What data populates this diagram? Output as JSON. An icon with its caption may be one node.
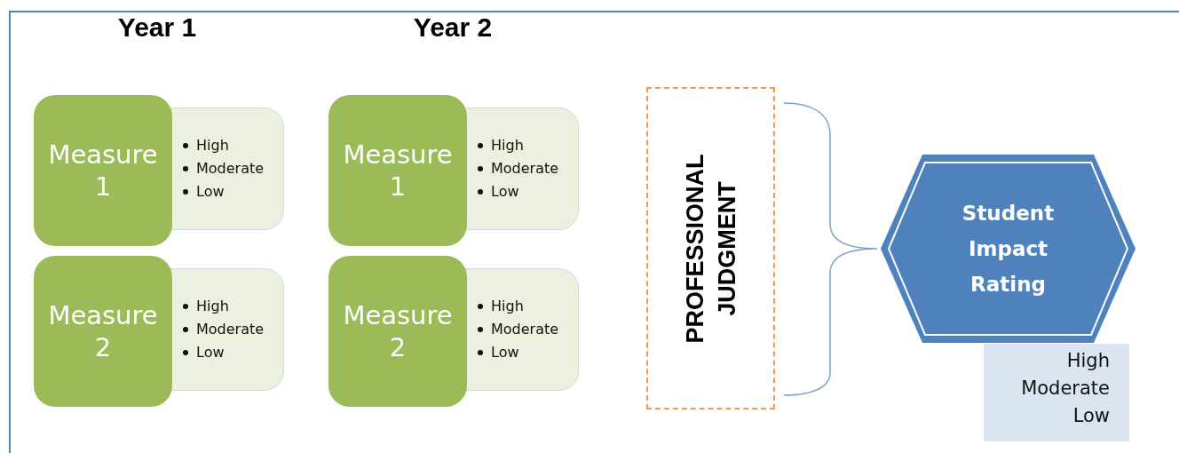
{
  "diagram": {
    "nodes": [
      {
        "text": [
          "Measure 1"
        ]
      },
      {
        "text": [
          "High",
          "Moderate",
          "Low"
        ]
      },
      {
        "text": [
          "Measure 2"
        ]
      },
      {
        "text": [
          "High",
          "Moderate",
          "Low"
        ]
      },
      {
        "text": [
          "Measure 1"
        ]
      },
      {
        "text": [
          "High",
          "Moderate",
          "Low"
        ]
      },
      {
        "text": [
          "Measure 2"
        ]
      },
      {
        "text": [
          "High",
          "Moderate",
          "Low"
        ]
      },
      {
        "text": [
          "PROFESSIONAL JUDGMENT"
        ]
      },
      {
        "text": [
          "Student Impact Rating"
        ]
      },
      {
        "text": [
          "High",
          "Moderate",
          "Low"
        ]
      }
    ],
    "labels": [
      "Year 1",
      "Year 2"
    ]
  }
}
